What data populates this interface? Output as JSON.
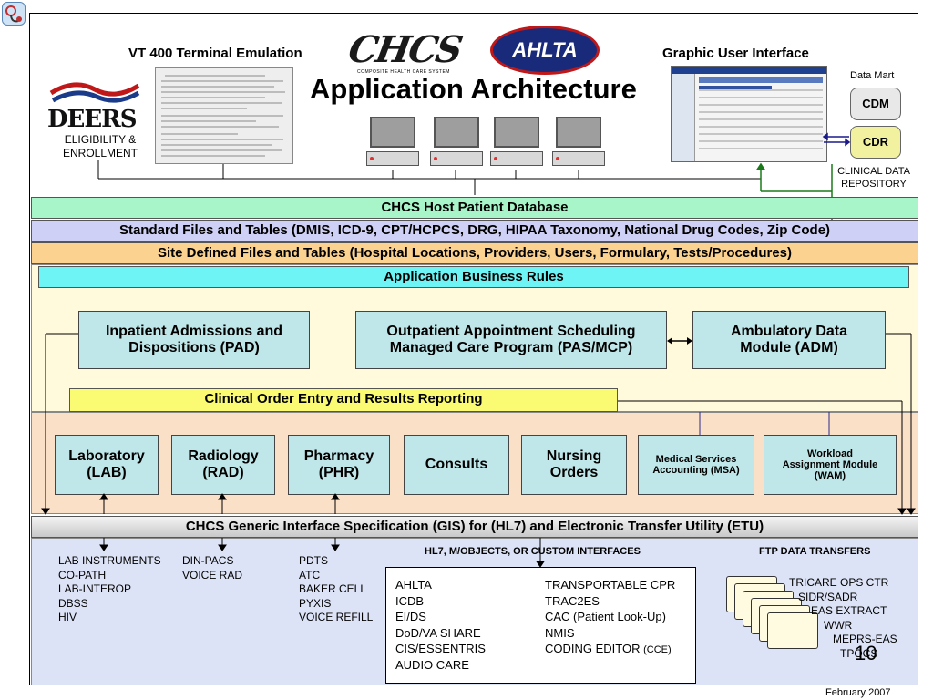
{
  "header": {
    "vt_label": "VT 400 Terminal Emulation",
    "gui_label": "Graphic User Interface",
    "title": "Application Architecture",
    "chcs_logo": "CHCS",
    "chcs_logo_sub": "COMPOSITE HEALTH CARE SYSTEM",
    "ahlta_logo": "AHLTA",
    "deers_logo": "DEERS",
    "eligibility": [
      "ELIGIBILITY &",
      "ENROLLMENT"
    ]
  },
  "datamart": {
    "label": "Data Mart",
    "cdm": "CDM",
    "cdr": "CDR",
    "repository": [
      "CLINICAL DATA",
      "REPOSITORY"
    ]
  },
  "layers": {
    "host_db": "CHCS Host Patient Database",
    "standard_files": "Standard Files and Tables (DMIS, ICD-9, CPT/HCPCS, DRG, HIPAA Taxonomy, National Drug Codes, Zip Code)",
    "site_files": "Site Defined Files and Tables (Hospital Locations, Providers, Users, Formulary, Tests/Procedures)",
    "business_rules": "Application Business Rules",
    "order_entry": "Clinical Order Entry and Results Reporting",
    "gis": "CHCS Generic Interface Specification (GIS) for (HL7) and Electronic Transfer Utility (ETU)"
  },
  "modules": {
    "pad": [
      "Inpatient Admissions and",
      "Dispositions (PAD)"
    ],
    "pas": [
      "Outpatient Appointment Scheduling",
      "Managed Care Program (PAS/MCP)"
    ],
    "adm": [
      "Ambulatory Data",
      "Module (ADM)"
    ],
    "lab": [
      "Laboratory",
      "(LAB)"
    ],
    "rad": [
      "Radiology",
      "(RAD)"
    ],
    "phr": [
      "Pharmacy",
      "(PHR)"
    ],
    "consults": "Consults",
    "nursing": [
      "Nursing",
      "Orders"
    ],
    "msa": [
      "Medical Services",
      "Accounting (MSA)"
    ],
    "wam": [
      "Workload",
      "Assignment Module",
      "(WAM)"
    ]
  },
  "interfaces": {
    "lab_list": [
      "LAB INSTRUMENTS",
      "CO-PATH",
      "LAB-INTEROP",
      "DBSS",
      "HIV"
    ],
    "rad_list": [
      "DIN-PACS",
      "VOICE RAD"
    ],
    "phr_list": [
      "PDTS",
      "ATC",
      "BAKER CELL",
      "PYXIS",
      "VOICE REFILL"
    ],
    "hl7_heading": "HL7, M/OBJECTS, OR CUSTOM INTERFACES",
    "hl7_col1": [
      "AHLTA",
      "ICDB",
      "EI/DS",
      "DoD/VA SHARE",
      "CIS/ESSENTRIS",
      "AUDIO CARE"
    ],
    "hl7_col2": [
      "TRANSPORTABLE CPR",
      "TRAC2ES",
      "CAC (Patient Look-Up)",
      "NMIS",
      "CODING EDITOR",
      "(CCE)"
    ],
    "ftp_heading": "FTP DATA TRANSFERS",
    "ftp_list": [
      "TRICARE OPS CTR",
      "SIDR/SADR",
      "EAS EXTRACT",
      "WWR",
      "MEPRS-EAS",
      "TPOCS"
    ]
  },
  "footer": {
    "page_number": "10",
    "date": "February 2007"
  }
}
